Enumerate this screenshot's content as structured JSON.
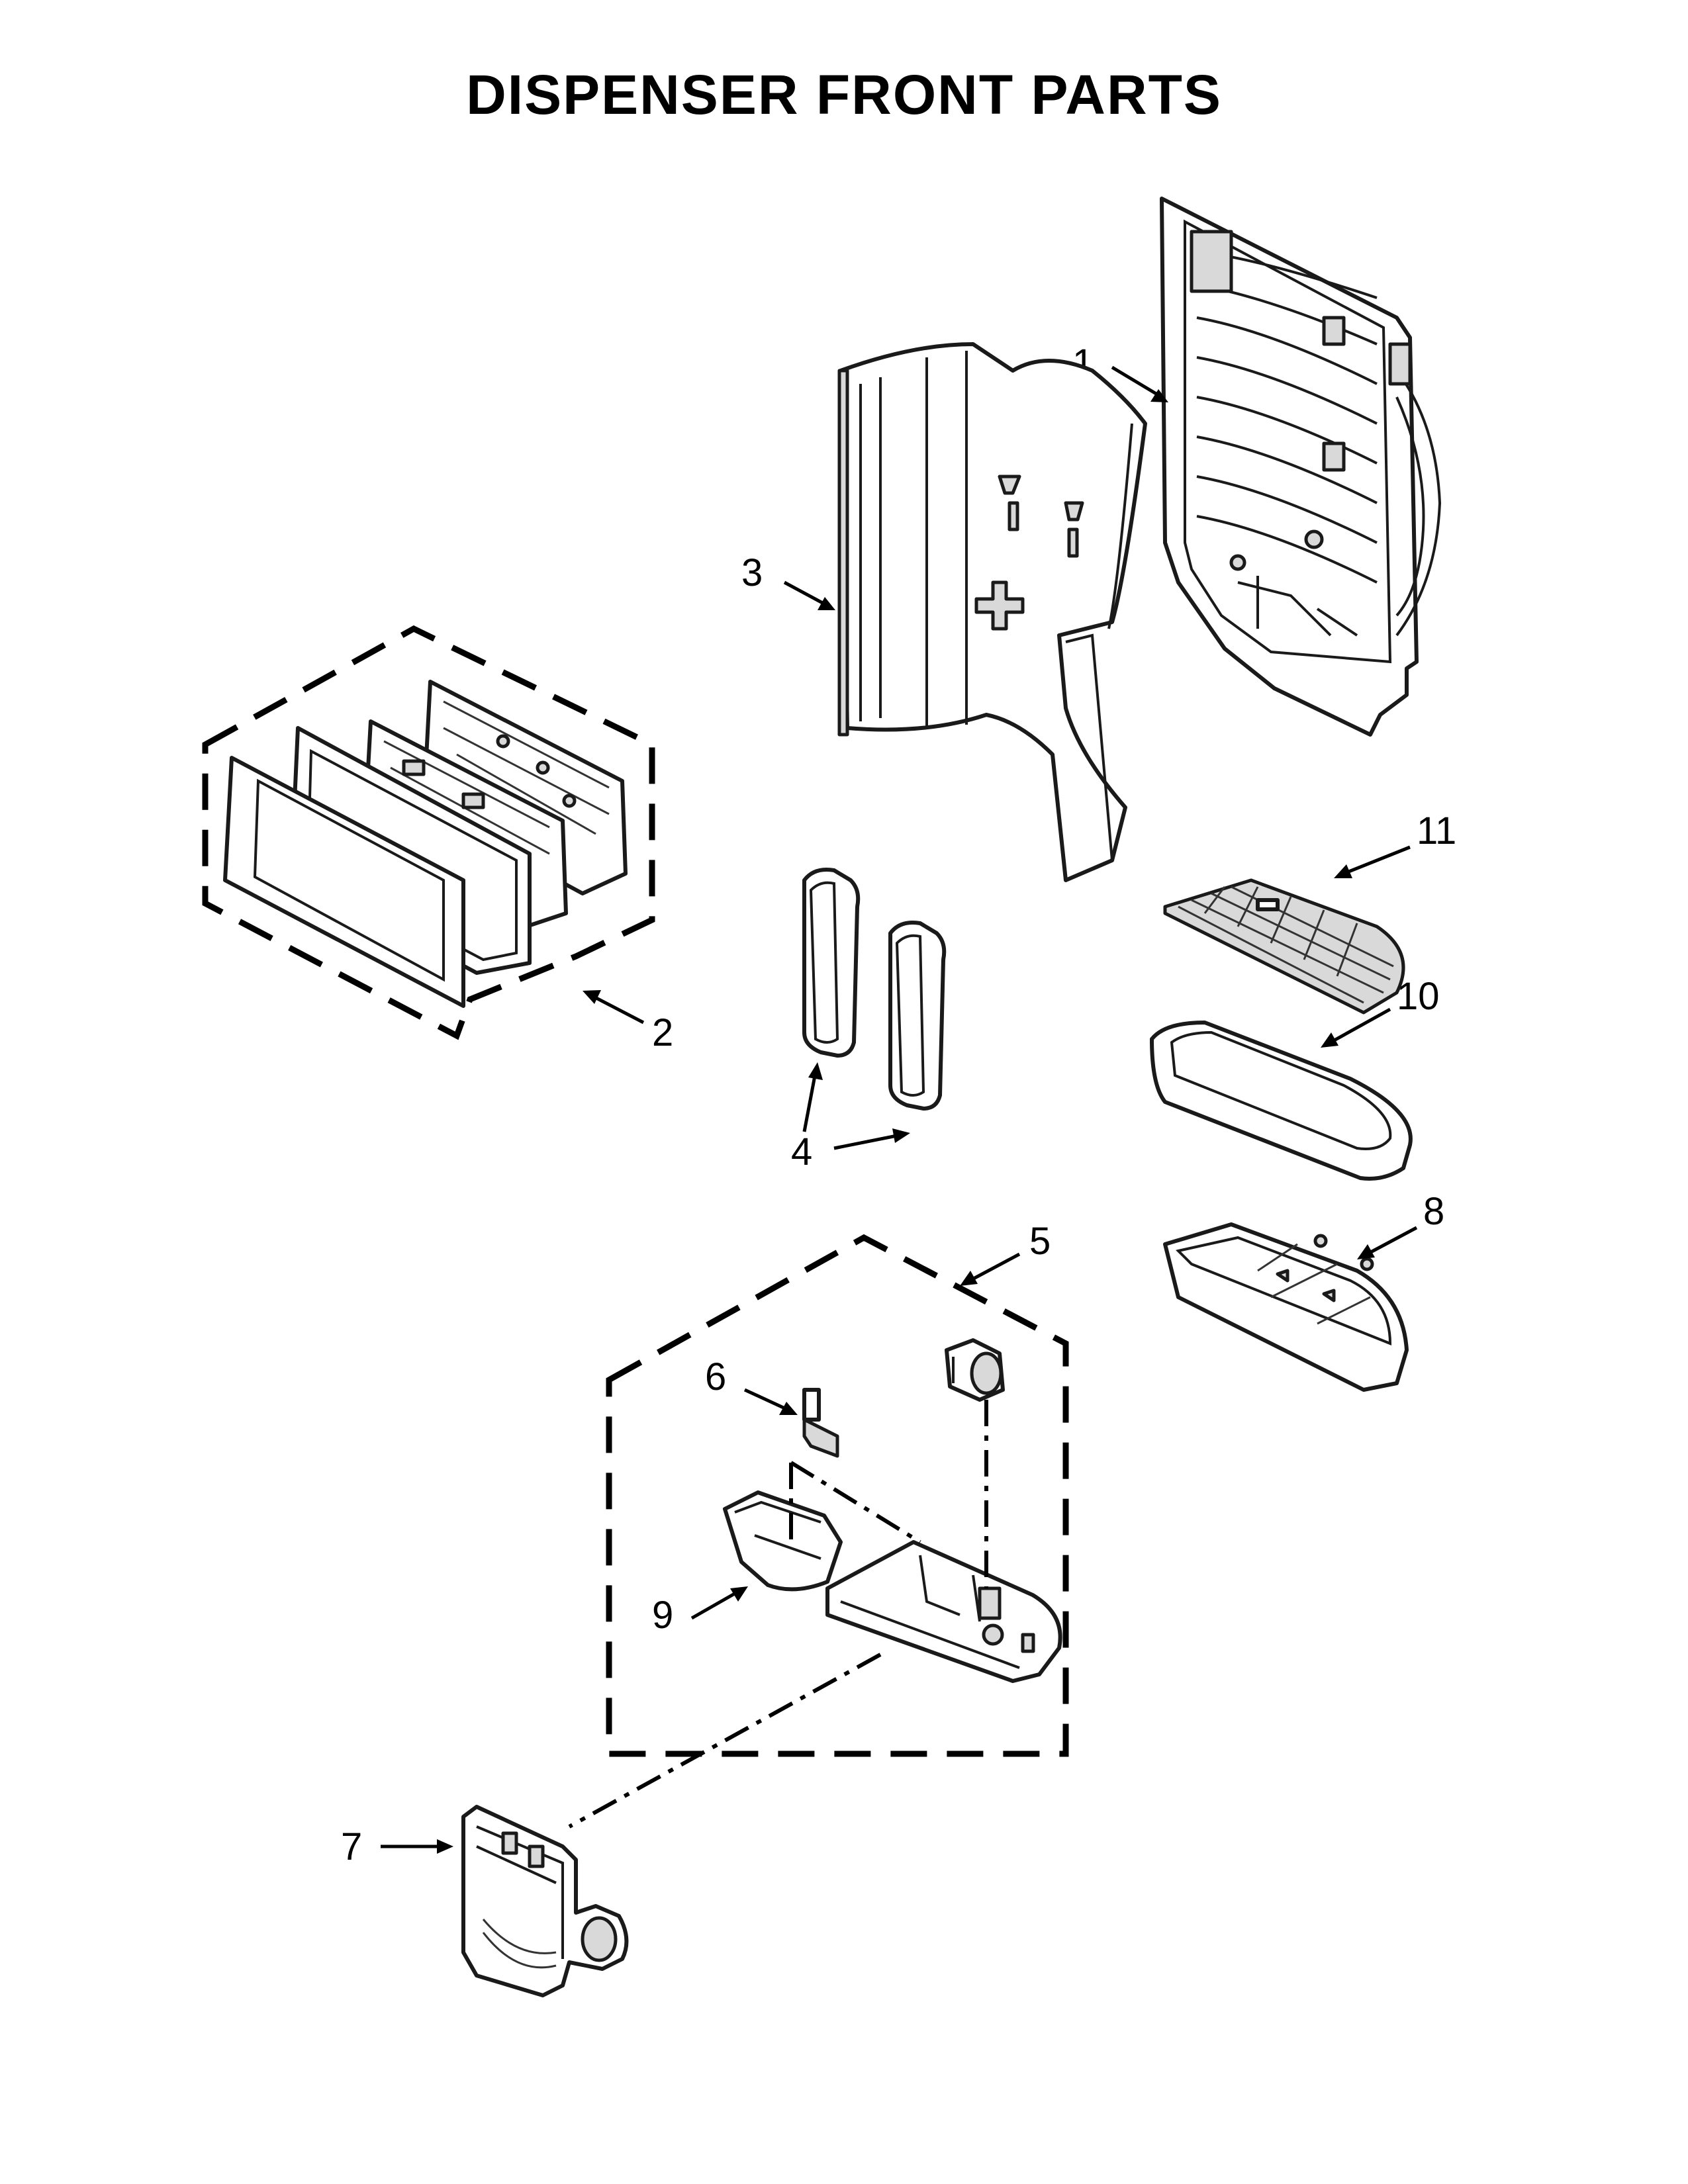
{
  "title": "DISPENSER FRONT PARTS",
  "callouts": [
    "1",
    "2",
    "3",
    "4",
    "4",
    "5",
    "6",
    "7",
    "8",
    "9",
    "10",
    "11"
  ]
}
